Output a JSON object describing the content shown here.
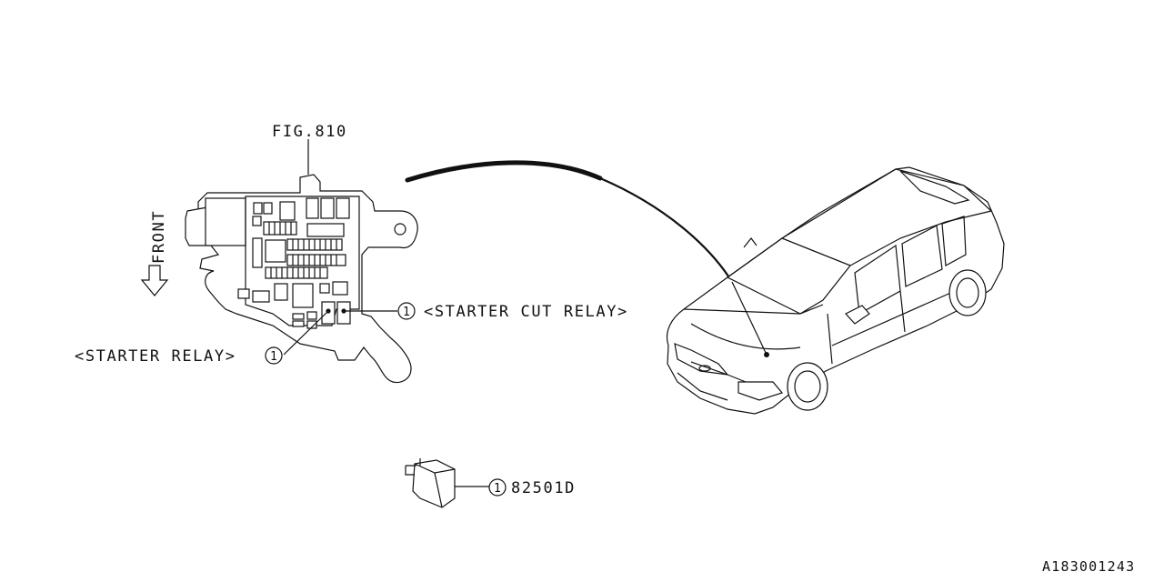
{
  "labels": {
    "fig_ref": "FIG.810",
    "front": "FRONT",
    "starter_cut_relay": "<STARTER CUT RELAY>",
    "starter_relay": "<STARTER RELAY>",
    "part_number": "82501D",
    "diagram_id": "A183001243"
  },
  "callouts": {
    "cut_relay_num": "1",
    "starter_relay_num": "1",
    "part_num": "1"
  }
}
